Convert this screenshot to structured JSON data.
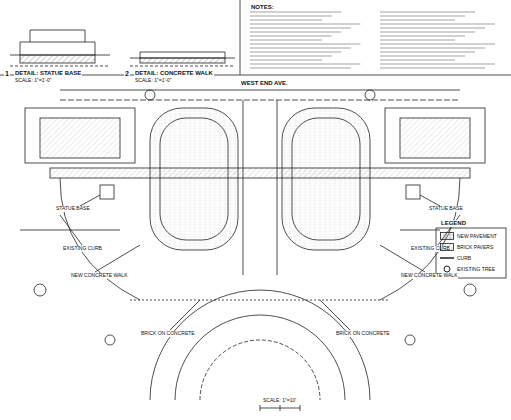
{
  "diagram": {
    "labels": [
      "1",
      "DETAIL: STATUE BASE",
      "SCALE: 1\"=1'-0\"",
      "2",
      "DETAIL: CONCRETE WALK",
      "SCALE: 1\"=1'-0\"",
      "NOTES:",
      "WEST END AVE.",
      "LEGEND",
      "SCALE: 1\"=10'",
      "EXISTING CURB",
      "EXISTING CURB",
      "NEW CONCRETE WALK",
      "NEW CONCRETE WALK",
      "BRICK ON CONCRETE",
      "BRICK ON CONCRETE",
      "STATUE BASE",
      "STATUE BASE"
    ],
    "legend": [
      {
        "text": "NEW PAVEMENT"
      },
      {
        "text": "BRICK PAVERS"
      },
      {
        "text": "CURB"
      },
      {
        "text": "EXISTING TREE"
      }
    ]
  }
}
